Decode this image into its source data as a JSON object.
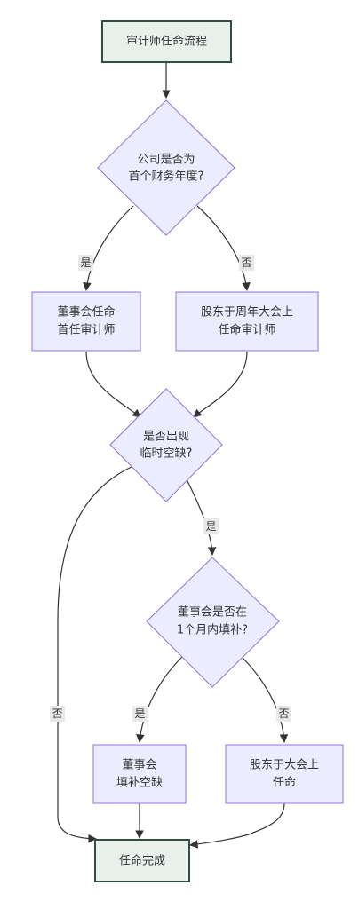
{
  "nodes": {
    "start": {
      "lines": [
        "审计师任命流程"
      ]
    },
    "q_first_year": {
      "lines": [
        "公司是否为",
        "首个财务年度?"
      ]
    },
    "board_appoint_first": {
      "lines": [
        "董事会任命",
        "首任审计师"
      ]
    },
    "agm_appoint": {
      "lines": [
        "股东于周年大会上",
        "任命审计师"
      ]
    },
    "q_vacancy": {
      "lines": [
        "是否出现",
        "临时空缺?"
      ]
    },
    "q_fill_one_month": {
      "lines": [
        "董事会是否在",
        "1个月内填补?"
      ]
    },
    "board_fill": {
      "lines": [
        "董事会",
        "填补空缺"
      ]
    },
    "shareholder_appoint": {
      "lines": [
        "股东于大会上",
        "任命"
      ]
    },
    "done": {
      "lines": [
        "任命完成"
      ]
    }
  },
  "edge_labels": {
    "first_year_yes": "是",
    "first_year_no": "否",
    "vacancy_yes": "是",
    "vacancy_no": "否",
    "fill_yes": "是",
    "fill_no": "否"
  },
  "colors": {
    "node_fill": "#ececff",
    "node_stroke": "#9370db",
    "terminal_fill": "#e8f0ec",
    "terminal_stroke": "#2f4f3f",
    "edge": "#333333",
    "label_bg": "#e8e8e8"
  }
}
